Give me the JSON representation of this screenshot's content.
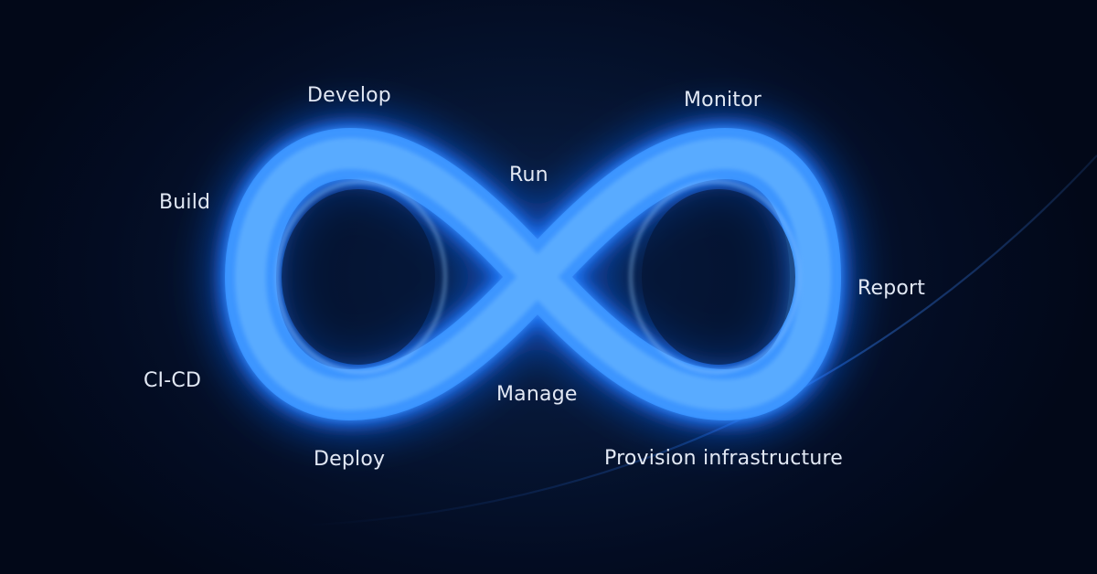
{
  "diagram": {
    "labels": {
      "develop": "Develop",
      "build": "Build",
      "cicd": "CI-CD",
      "deploy": "Deploy",
      "run": "Run",
      "manage": "Manage",
      "monitor": "Monitor",
      "report": "Report",
      "provision": "Provision infrastructure"
    },
    "colors": {
      "background": "#030c22",
      "loop_glow": "#1e7bff",
      "loop_body": "#2f8cff",
      "loop_highlight": "#9fd0ff",
      "label_text": "#e2e8f4"
    }
  }
}
